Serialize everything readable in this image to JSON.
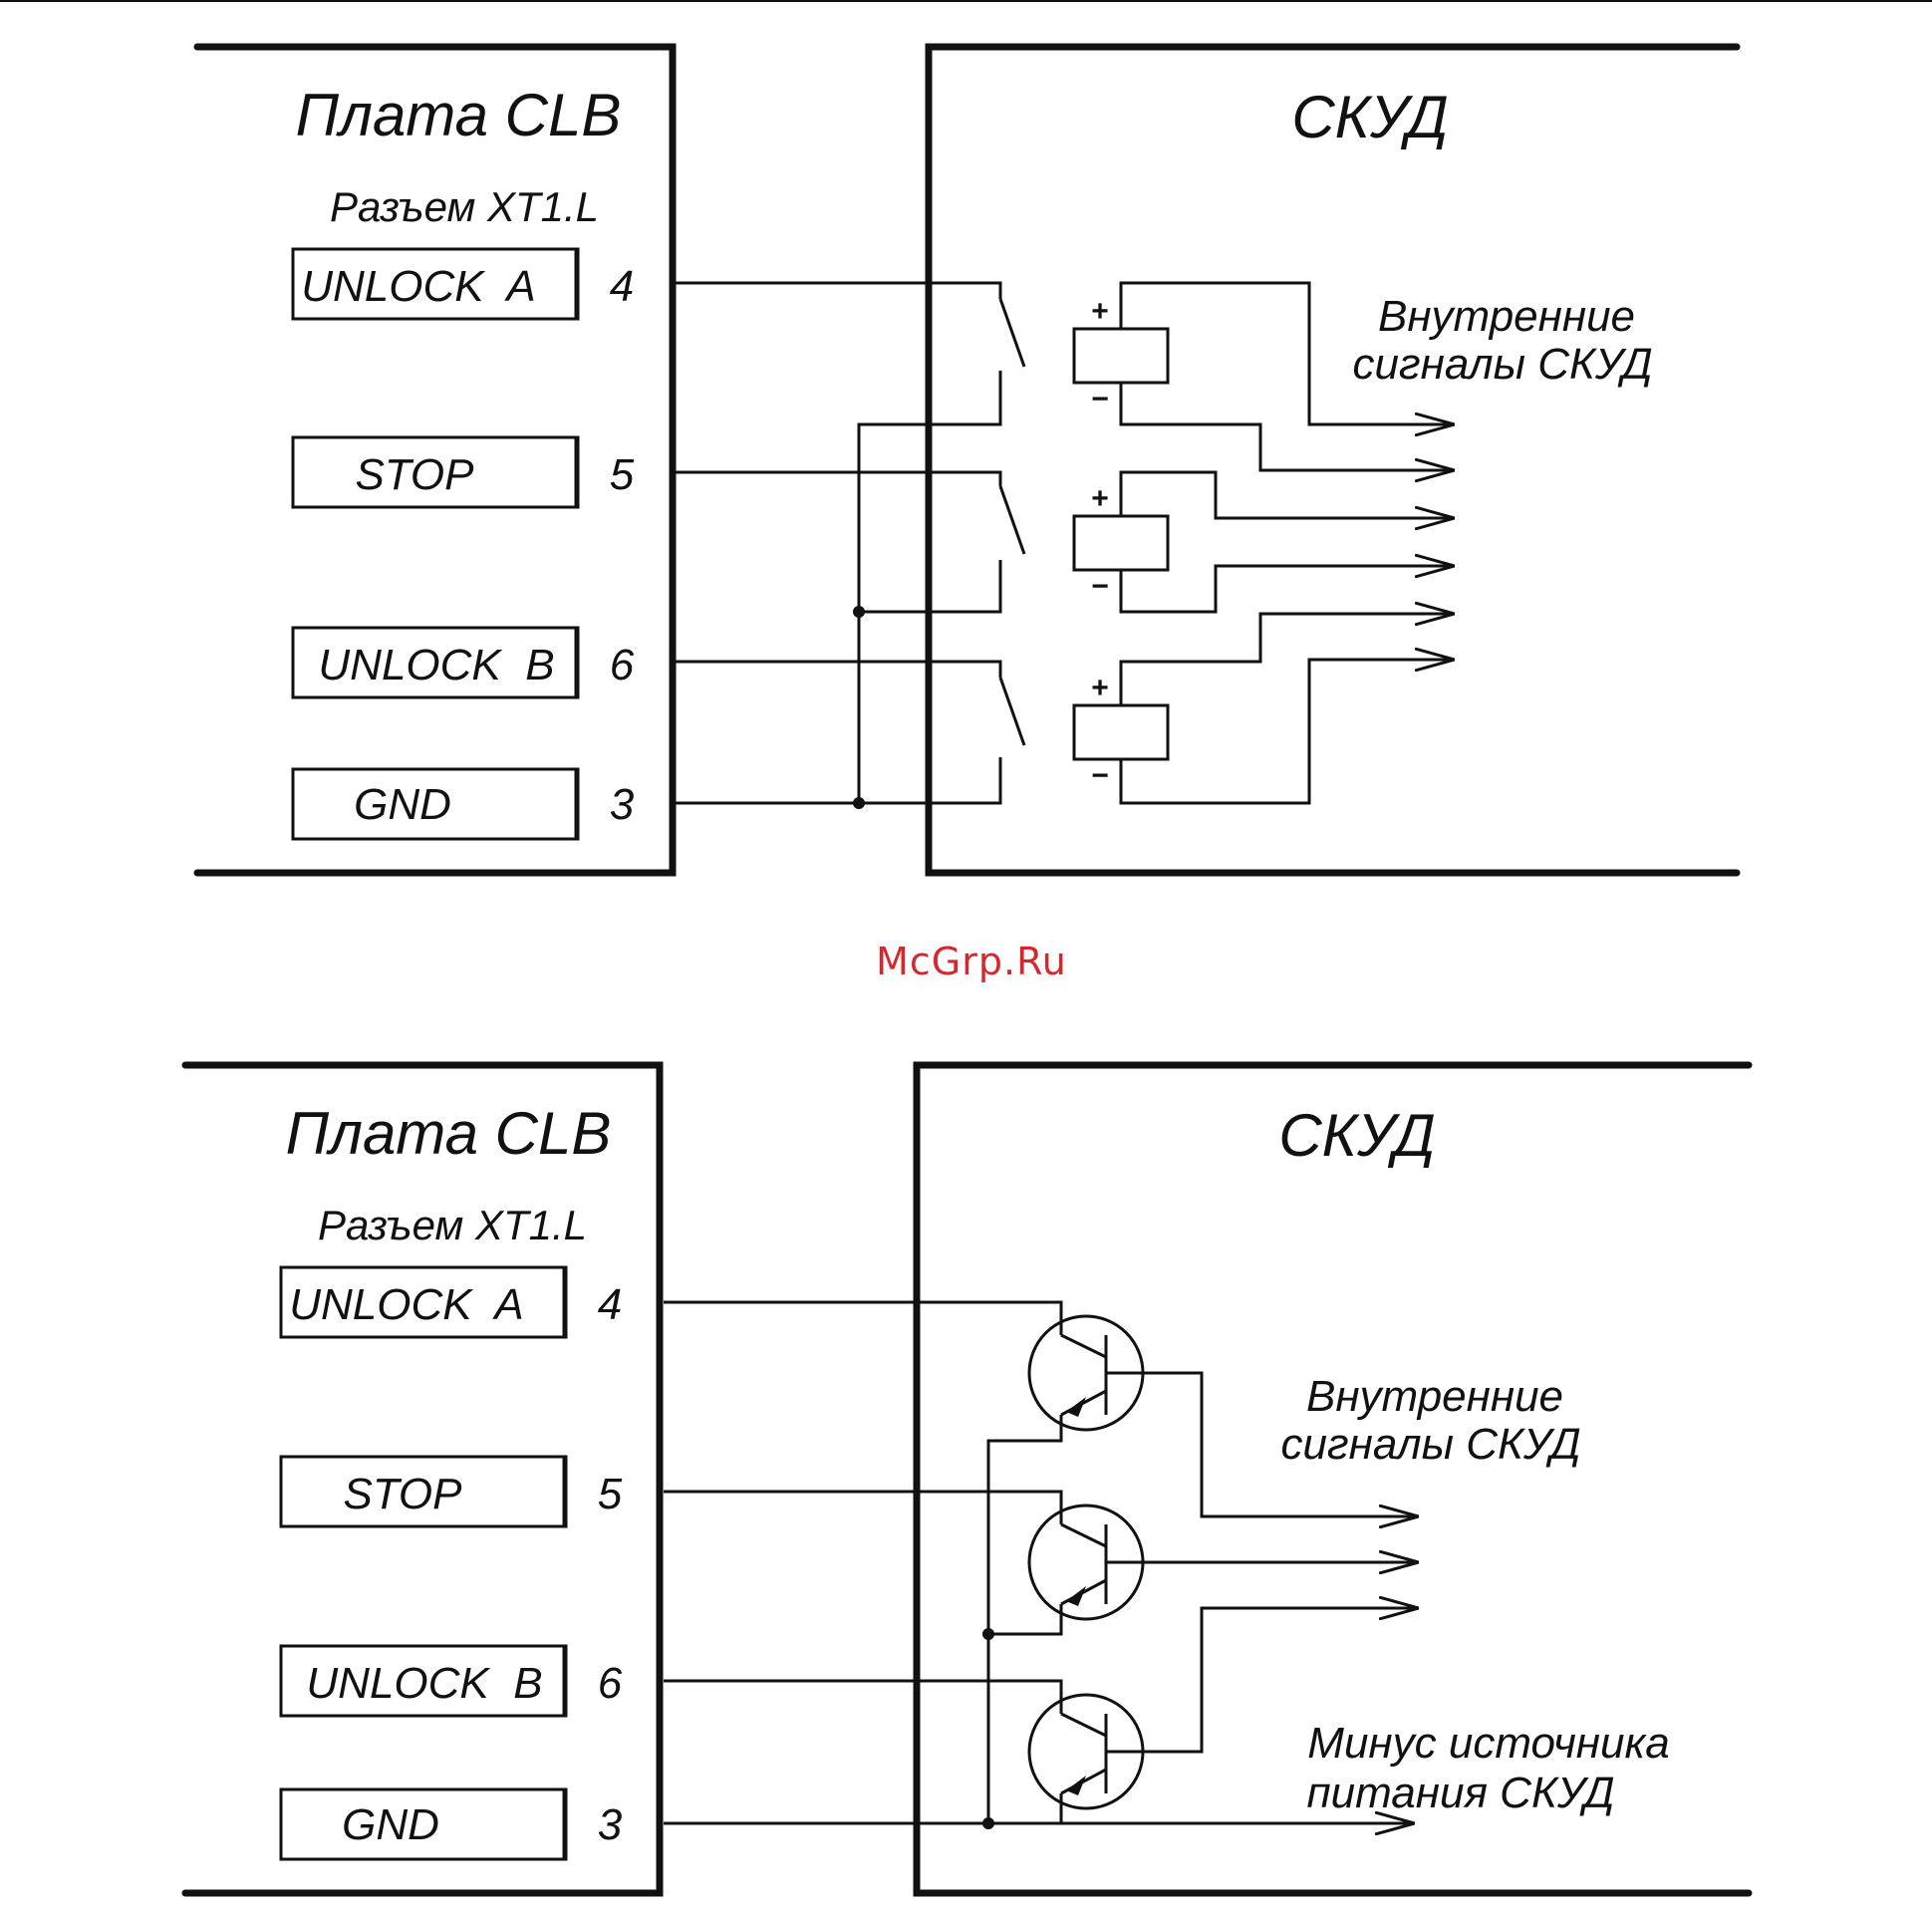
{
  "top_line_color": "#111111",
  "watermark": {
    "text": "McGrp.Ru",
    "color": "#d8262f"
  },
  "diagram_top": {
    "board_title": "Плата CLB",
    "connector_title": "Разъем XT1.L",
    "pins": [
      {
        "name": "UNLOCK  A",
        "num": "4"
      },
      {
        "name": "STOP",
        "num": "5"
      },
      {
        "name": "UNLOCK  B",
        "num": "6"
      },
      {
        "name": "GND",
        "num": "3"
      }
    ],
    "system_title": "СКУД",
    "signals_label_1": "Внутренние",
    "signals_label_2": "сигналы СКУД",
    "plus_sign": "+",
    "minus_sign": "−"
  },
  "diagram_bottom": {
    "board_title": "Плата CLB",
    "connector_title": "Разъем XT1.L",
    "pins": [
      {
        "name": "UNLOCK  A",
        "num": "4"
      },
      {
        "name": "STOP",
        "num": "5"
      },
      {
        "name": "UNLOCK  B",
        "num": "6"
      },
      {
        "name": "GND",
        "num": "3"
      }
    ],
    "system_title": "СКУД",
    "signals_label_1": "Внутренние",
    "signals_label_2": "сигналы СКУД",
    "minus_label_1": "Минус источника",
    "minus_label_2": "питания СКУД"
  }
}
